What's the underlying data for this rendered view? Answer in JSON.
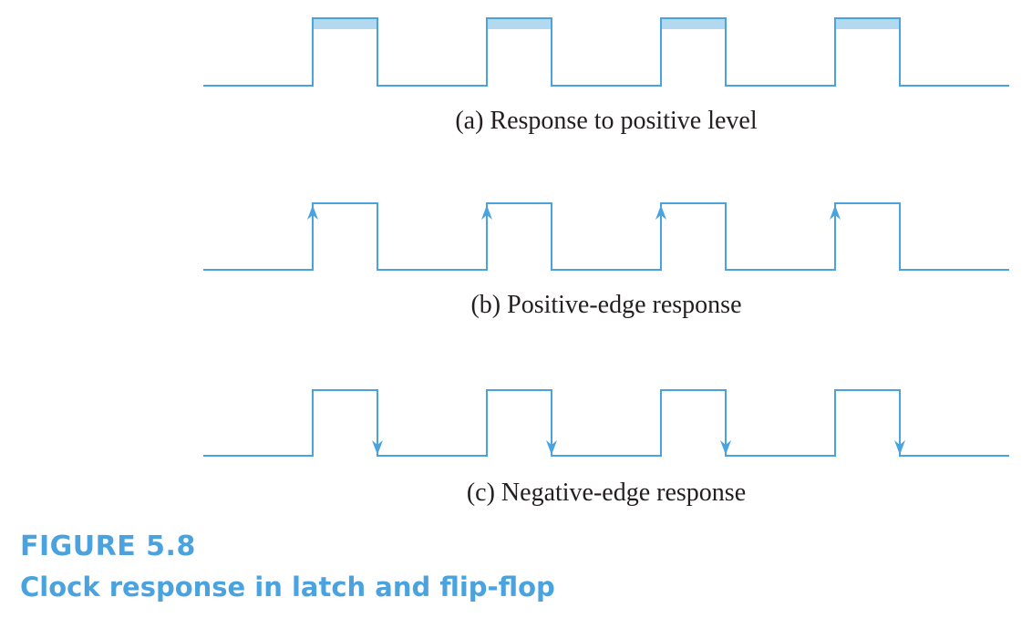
{
  "colors": {
    "waveform": "#4aa3df",
    "level_highlight": "#b3d9f1",
    "caption_text": "#231f20",
    "figure_label": "#4aa3df"
  },
  "waveforms": [
    {
      "id": "positive-level",
      "caption": "(a) Response to positive level",
      "response_marker": "level-highlight",
      "pulses": 4
    },
    {
      "id": "positive-edge",
      "caption": "(b) Positive-edge response",
      "response_marker": "up-arrow-on-rising-edge",
      "pulses": 4
    },
    {
      "id": "negative-edge",
      "caption": "(c) Negative-edge response",
      "response_marker": "down-arrow-on-falling-edge",
      "pulses": 4
    }
  ],
  "figure": {
    "number": "FIGURE 5.8",
    "title": "Clock response in latch and flip-flop"
  }
}
